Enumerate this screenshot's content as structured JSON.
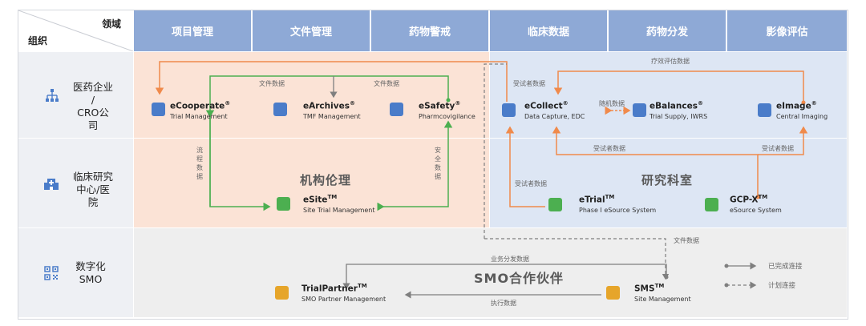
{
  "corner": {
    "domain": "领域",
    "org": "组织"
  },
  "domains": [
    "项目管理",
    "文件管理",
    "药物警戒",
    "临床数据",
    "药物分发",
    "影像评估"
  ],
  "rows": {
    "pharma": "医药企业\n/\nCRO公司",
    "site": "临床研究\n中心/医院",
    "smo": "数字化\nSMO"
  },
  "zones": {
    "ethics": "机构伦理",
    "lab": "研究科室",
    "smo_partner": "SMO合作伙伴"
  },
  "nodes": {
    "ecooperate": {
      "name": "eCooperate",
      "mark": "®",
      "sub": "Trial Management"
    },
    "earchives": {
      "name": "eArchives",
      "mark": "®",
      "sub": "TMF Management"
    },
    "esafety": {
      "name": "eSafety",
      "mark": "®",
      "sub": "Pharmcovigilance"
    },
    "ecollect": {
      "name": "eCollect",
      "mark": "®",
      "sub": "Data Capture, EDC"
    },
    "ebalances": {
      "name": "eBalances",
      "mark": "®",
      "sub": "Trial Supply, IWRS"
    },
    "eimage": {
      "name": "eImage",
      "mark": "®",
      "sub": "Central Imaging"
    },
    "esite": {
      "name": "eSite",
      "mark": "TM",
      "sub": "Site Trial Management"
    },
    "etrial": {
      "name": "eTrial",
      "mark": "TM",
      "sub": "Phase I eSource System"
    },
    "gcpx": {
      "name": "GCP-X",
      "mark": "TM",
      "sub": "eSource System"
    },
    "trialpartner": {
      "name": "TrialPartner",
      "mark": "TM",
      "sub": "SMO Partner Management"
    },
    "sms": {
      "name": "SMS",
      "mark": "TM",
      "sub": "Site Management"
    }
  },
  "edges": {
    "file_data_1": "文件数据",
    "file_data_2": "文件数据",
    "efficacy_data": "疗效评估数据",
    "subject_data_top": "受试者数据",
    "random_data": "随机数据",
    "subject_data_mid": "受试者数据",
    "subject_data_right": "受试者数据",
    "subject_data_etrial": "受试者数据",
    "process_data": "流程数据",
    "safety_data": "安全数据",
    "file_data_sms": "文件数据",
    "business_dist": "业务分发数据",
    "exec_data": "执行数据"
  },
  "legend": {
    "done": "已完成连接",
    "plan": "计划连接"
  },
  "colors": {
    "header": "#8ea9d6",
    "ethics_zone": "#fbe3d6",
    "research_zone": "#dde6f4",
    "smo_zone": "#eeeeee",
    "rowhead": "#eef0f4",
    "orange_line": "#f08a4b",
    "green_line": "#4caf50",
    "gray_line": "#7f7f7f"
  }
}
